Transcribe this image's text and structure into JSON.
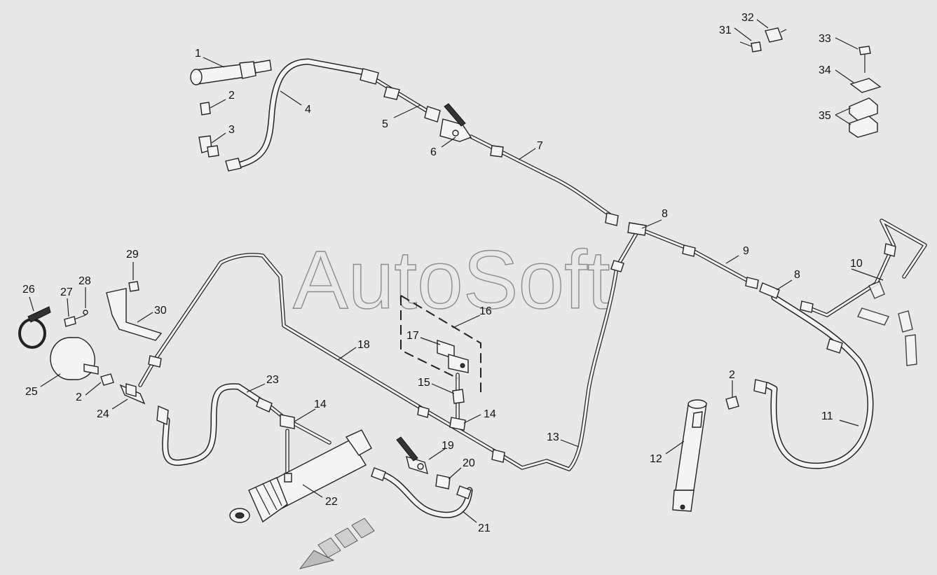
{
  "watermark": "AutoSoft",
  "callouts": [
    "1",
    "2",
    "3",
    "4",
    "5",
    "6",
    "7",
    "8",
    "9",
    "10",
    "11",
    "12",
    "13",
    "14",
    "15",
    "16",
    "17",
    "18",
    "19",
    "20",
    "21",
    "22",
    "23",
    "24",
    "25",
    "26",
    "27",
    "28",
    "29",
    "30",
    "31",
    "32",
    "33",
    "34",
    "35"
  ],
  "second_instances": {
    "two_b": "2",
    "two_c": "2",
    "eight_b": "8",
    "fourteen_b": "14"
  }
}
